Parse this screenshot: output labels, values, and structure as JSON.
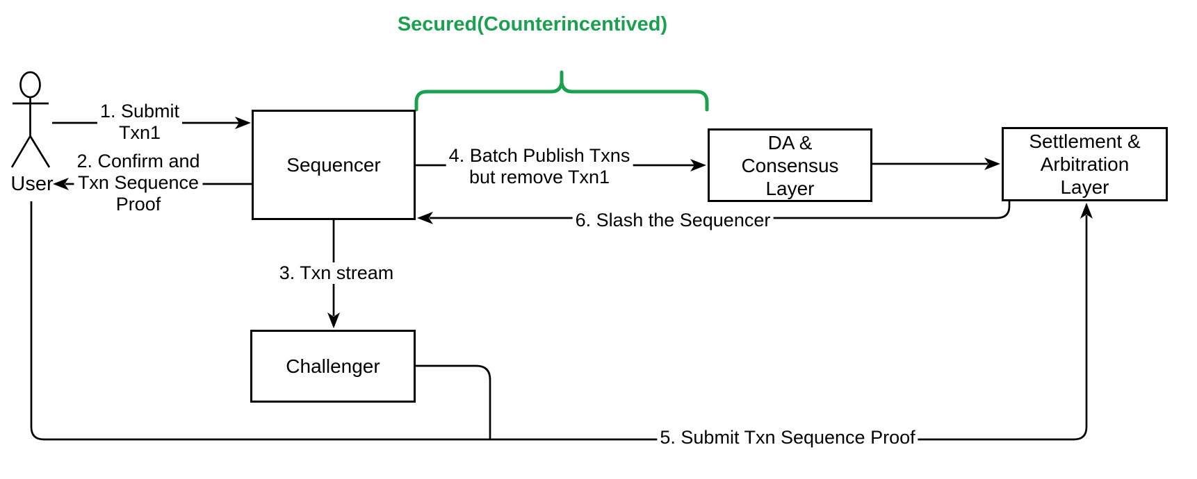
{
  "title": "Secured(Counterincentived)",
  "colors": {
    "accent_green": "#1AA04E",
    "line_black": "#000000",
    "background": "#FFFFFF"
  },
  "actor": {
    "label": "User"
  },
  "nodes": {
    "sequencer": {
      "label": "Sequencer"
    },
    "da_consensus": {
      "lines": [
        "DA &",
        "Consensus",
        "Layer"
      ]
    },
    "settlement": {
      "lines": [
        "Settlement &",
        "Arbitration",
        "Layer"
      ]
    },
    "challenger": {
      "label": "Challenger"
    }
  },
  "edge_labels": {
    "step1": {
      "lines": [
        "1. Submit",
        "Txn1"
      ]
    },
    "step2": {
      "lines": [
        "2. Confirm and",
        "Txn Sequence",
        "Proof"
      ]
    },
    "step3": {
      "label": "3. Txn stream"
    },
    "step4": {
      "lines": [
        "4. Batch Publish Txns",
        "but remove Txn1"
      ]
    },
    "step5": {
      "label": "5. Submit Txn Sequence Proof"
    },
    "step6": {
      "label": "6. Slash the Sequencer"
    }
  }
}
